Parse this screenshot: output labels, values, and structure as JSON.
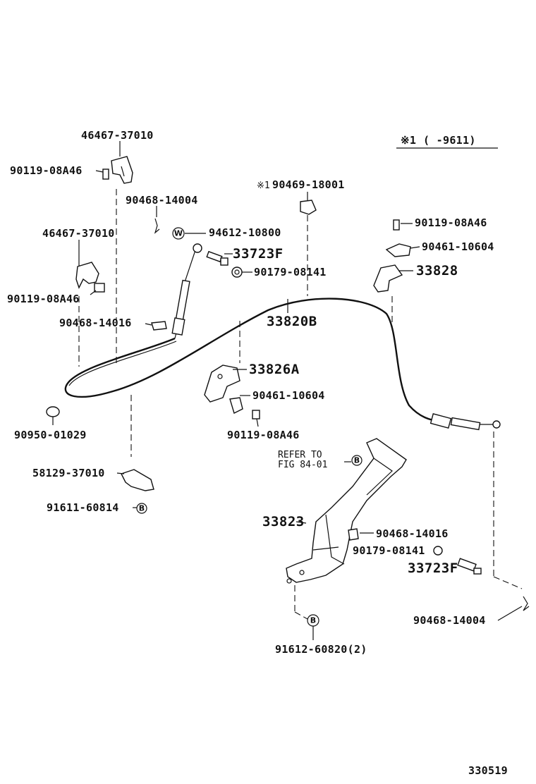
{
  "header_note": {
    "mark": "※1",
    "range": "(      -9611)"
  },
  "parts": {
    "p46467_top": "46467-37010",
    "p90119_topleft": "90119-08A46",
    "p90468_top": "90468-14004",
    "p46467_mid": "46467-37010",
    "p94612": "94612-10800",
    "p33723F_top": "33723F",
    "p90179_top": "90179-08141",
    "p90119_left": "90119-08A46",
    "p90468_left": "90468-14016",
    "p33820B": "33820B",
    "p90469_mark": "※1",
    "p90469": "90469-18001",
    "p90119_right": "90119-08A46",
    "p90461_right": "90461-10604",
    "p33828": "33828",
    "p33826A": "33826A",
    "p90461_center": "90461-10604",
    "p90119_center": "90119-08A46",
    "p90950": "90950-01029",
    "p58129": "58129-37010",
    "p91611": "91611-60814",
    "refer_line1": "REFER TO",
    "refer_line2": "FIG 84-01",
    "p33823": "33823",
    "p90468_br": "90468-14016",
    "p90179_br": "90179-08141",
    "p33723F_br": "33723F",
    "p90468_bottom": "90468-14004",
    "p91612": "91612-60820(2)"
  },
  "markers": {
    "w": "W",
    "b": "B"
  },
  "figure_number": "330519"
}
